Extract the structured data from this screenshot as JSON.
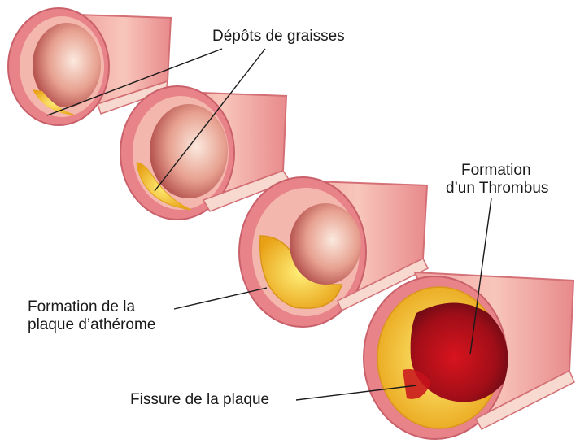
{
  "labels": {
    "fat_deposits": "Dépôts de graisses",
    "thrombus_line1": "Formation",
    "thrombus_line2": "d’un Thrombus",
    "plaque_line1": "Formation de la",
    "plaque_line2": "plaque d’athérome",
    "fissure": "Fissure de la plaque"
  },
  "colors": {
    "vessel_outer": "#e8838a",
    "vessel_wall": "#f2a6a0",
    "vessel_inner": "#f7cfc2",
    "fat": "#f7c52a",
    "plaque": "#f2b01c",
    "thrombus": "#c8121c",
    "leader_line": "#1a1a1a"
  }
}
